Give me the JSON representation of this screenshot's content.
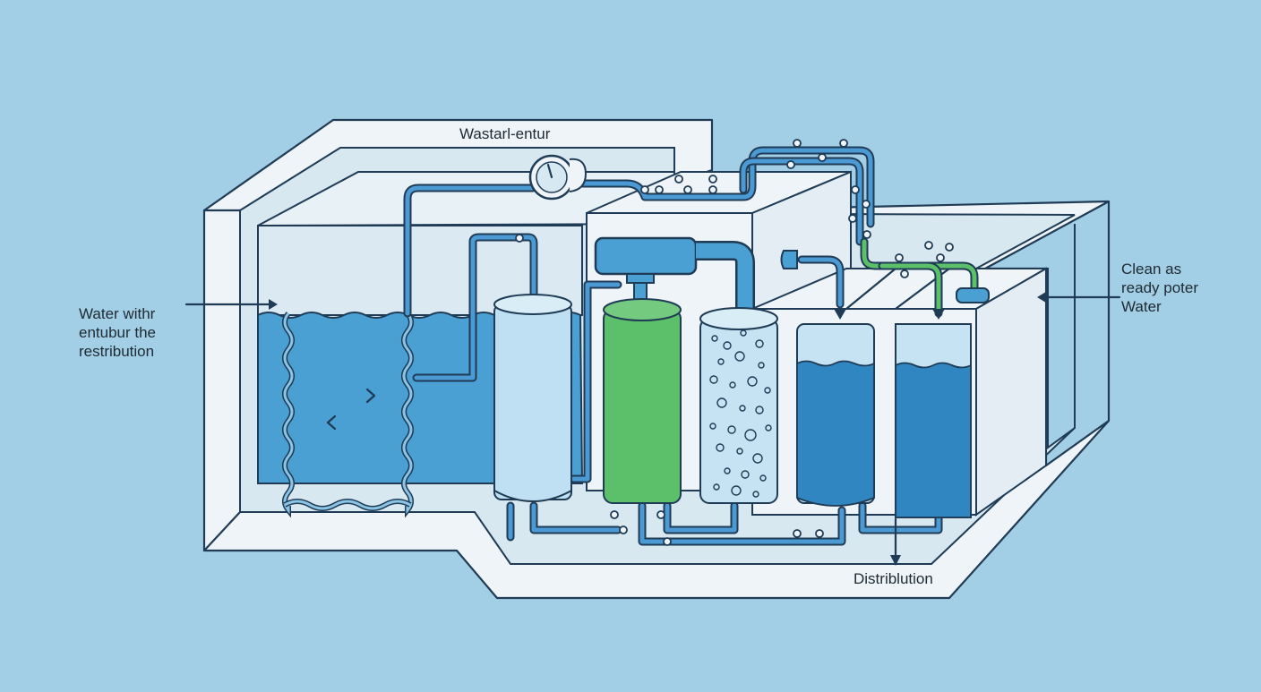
{
  "diagram": {
    "title": "Wastarl-entur",
    "labels": {
      "inlet": [
        "Water withr",
        "entubur the",
        "restribution"
      ],
      "outlet": [
        "Clean as",
        "ready poter",
        "Water"
      ],
      "distribution": "Distriblution"
    },
    "colors": {
      "background": "#a3cfe6",
      "frame": "#eef4f7",
      "water": "#4a9fd3",
      "filter_green": "#5cbf6a",
      "outline": "#1f3b55"
    }
  }
}
